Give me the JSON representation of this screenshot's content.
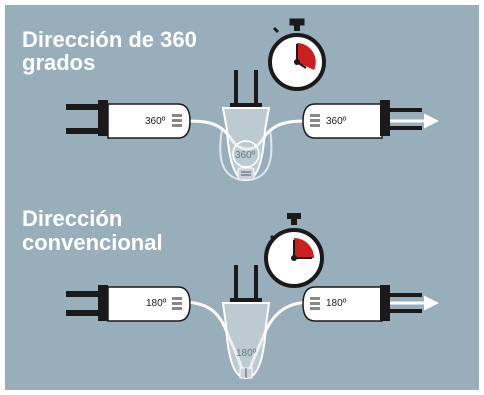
{
  "colors": {
    "background": "#98aebb",
    "accent_red": "#cc1f1f",
    "connector_white": "#ffffff",
    "outline": "#1a1a1a"
  },
  "sections": [
    {
      "title_lines": [
        "Dirección de 360",
        "grados"
      ],
      "left_label": "360º",
      "right_label": "360º",
      "center_label": "360º",
      "timer_fraction": 0.33
    },
    {
      "title_lines": [
        "Dirección",
        "convencional"
      ],
      "left_label": "180º",
      "right_label": "180º",
      "center_label": "180º",
      "timer_fraction": 0.25
    }
  ],
  "icons": [
    "stopwatch-icon",
    "arrow-right-icon",
    "connector-plug-icon",
    "junction-box-icon"
  ]
}
